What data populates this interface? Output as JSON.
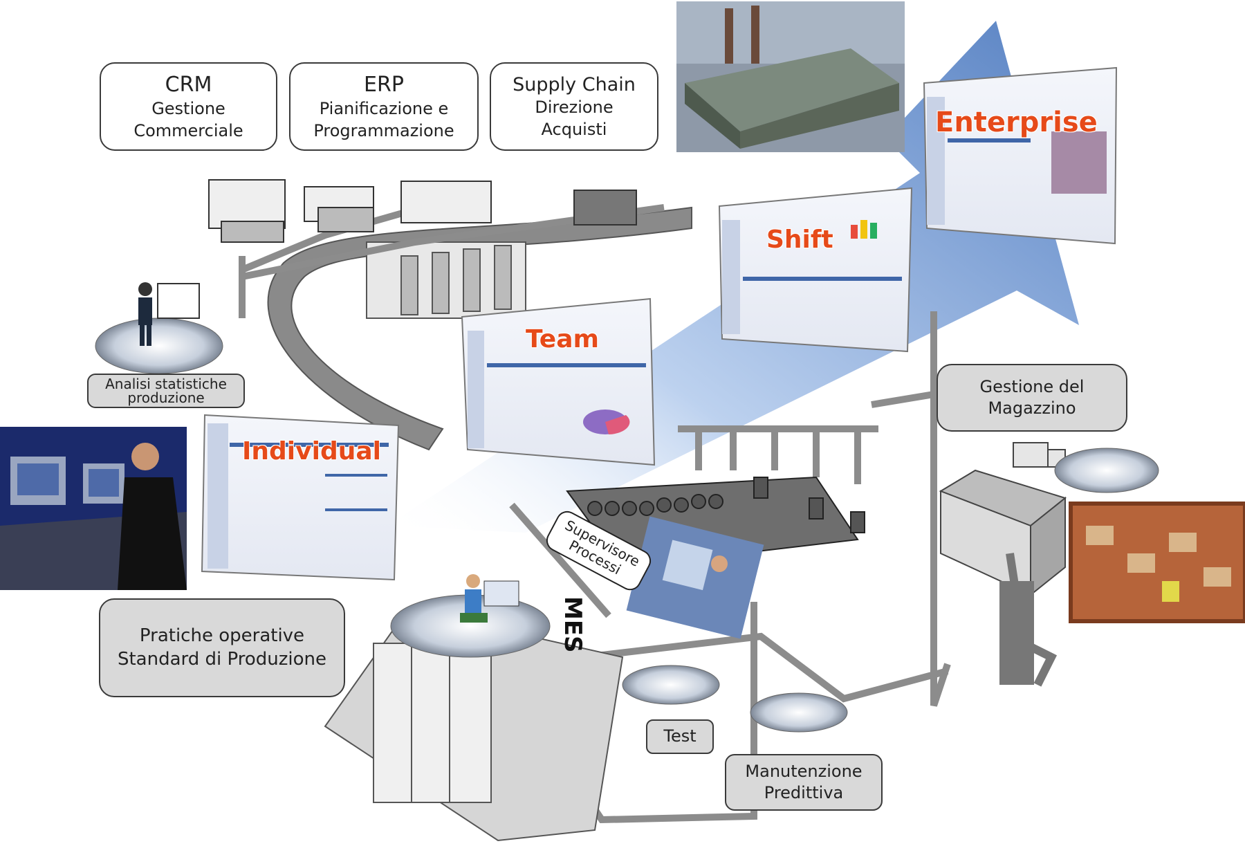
{
  "labels": {
    "crm": {
      "title": "CRM",
      "line1": "Gestione",
      "line2": "Commerciale"
    },
    "erp": {
      "title": "ERP",
      "line1": "Pianificazione e",
      "line2": "Programmazione"
    },
    "supply": {
      "title": "Supply Chain",
      "line1": "Direzione",
      "line2": "Acquisti"
    },
    "analisi": {
      "line1": "Analisi statistiche",
      "line2": "produzione"
    },
    "pratiche": {
      "line1": "Pratiche operative",
      "line2": "Standard di Produzione"
    },
    "magazzino": {
      "line1": "Gestione del",
      "line2": "Magazzino"
    },
    "supervisore": {
      "line1": "Supervisore",
      "line2": "Processi"
    },
    "test": "Test",
    "manutenzione": {
      "line1": "Manutenzione",
      "line2": "Predittiva"
    },
    "mes": "MES"
  },
  "screens": {
    "individual": "Individual",
    "team": "Team",
    "shift": "Shift",
    "enterprise": "Enterprise"
  },
  "colors": {
    "arrow_blue": "#7fa3d6",
    "title_red": "#e64a19",
    "pipe_grey": "#8c8c8c",
    "box_grey": "#d9d9d9"
  }
}
